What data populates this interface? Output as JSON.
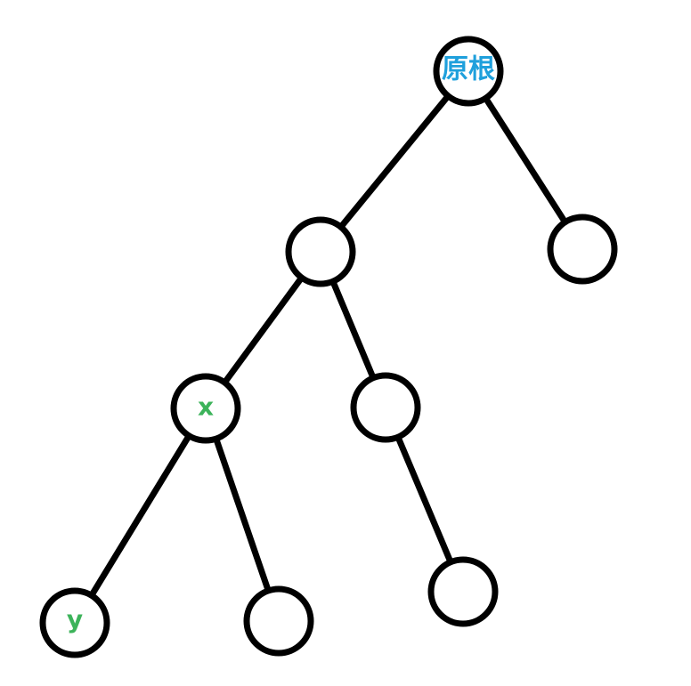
{
  "colors": {
    "root_label": "#1fa0dc",
    "var_label": "#3cb35a",
    "stroke": "#000000",
    "background": "#ffffff"
  },
  "tree": {
    "root_label": "原根",
    "x_label": "x",
    "y_label": "y"
  }
}
